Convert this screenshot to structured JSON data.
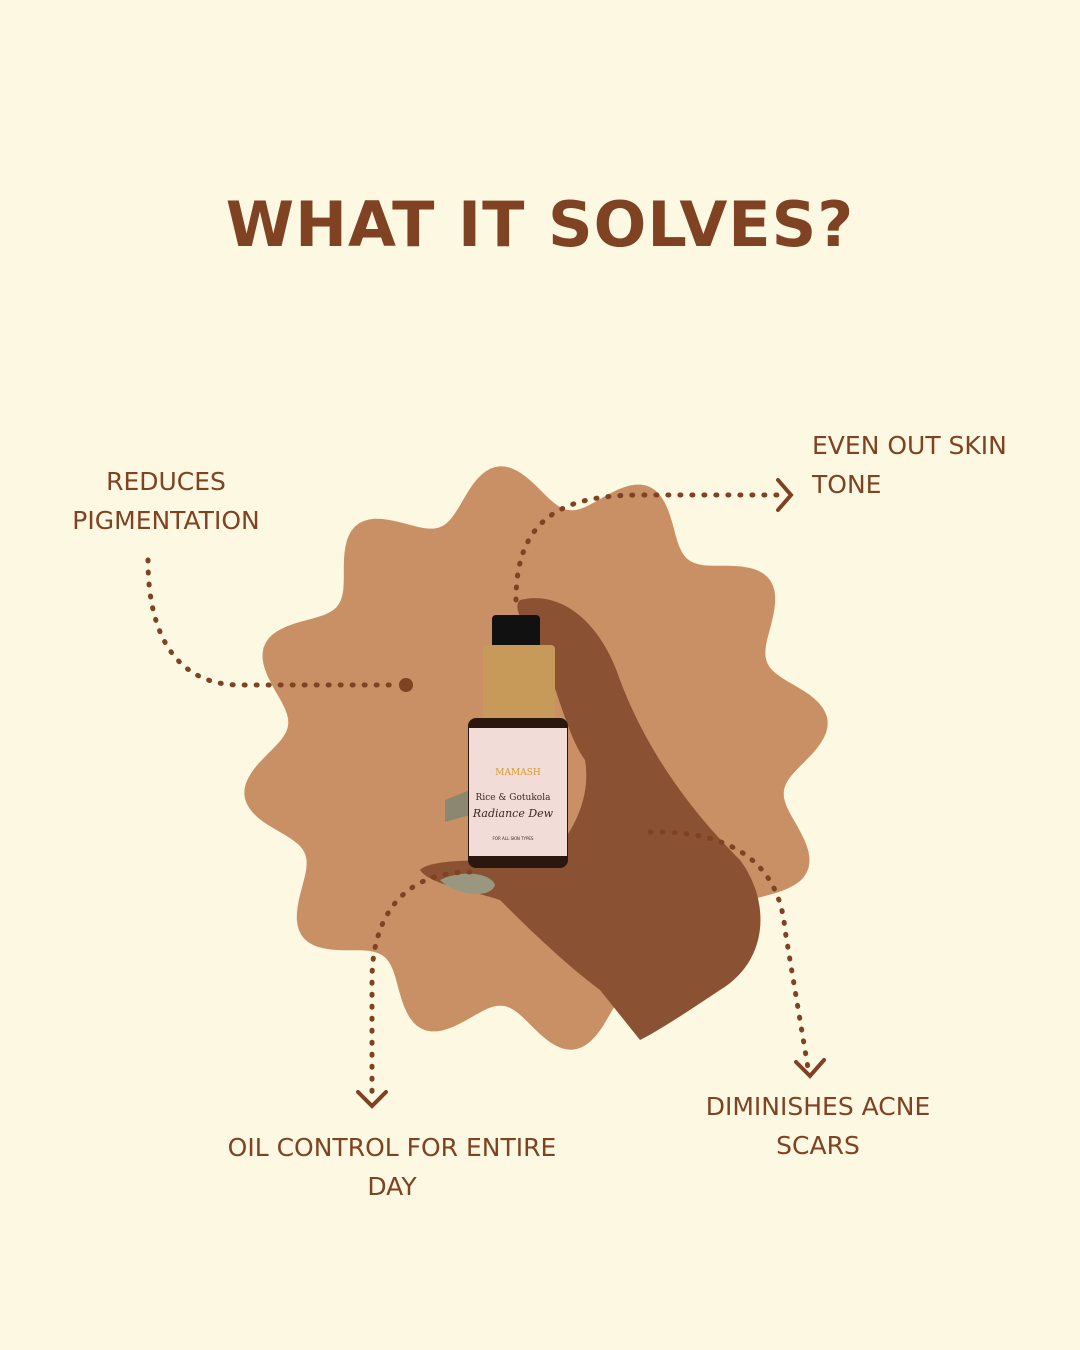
{
  "title": "WHAT IT SOLVES?",
  "benefits": {
    "pigmentation": [
      "REDUCES",
      "PIGMENTATION"
    ],
    "skin_tone": [
      "EVEN OUT SKIN",
      "TONE"
    ],
    "oil_control": [
      "OIL CONTROL FOR ENTIRE",
      "DAY"
    ],
    "acne_scars": [
      "DIMINISHES ACNE",
      "SCARS"
    ]
  },
  "product": {
    "brand": "MAMASH",
    "name_line1": "Rice & Gotukola",
    "name_line2": "Radiance Dew",
    "fine_print": "FOR ALL SKIN TYPES"
  },
  "colors": {
    "background": "#fdf8e1",
    "blob": "#c99065",
    "accent": "#7f4222"
  }
}
